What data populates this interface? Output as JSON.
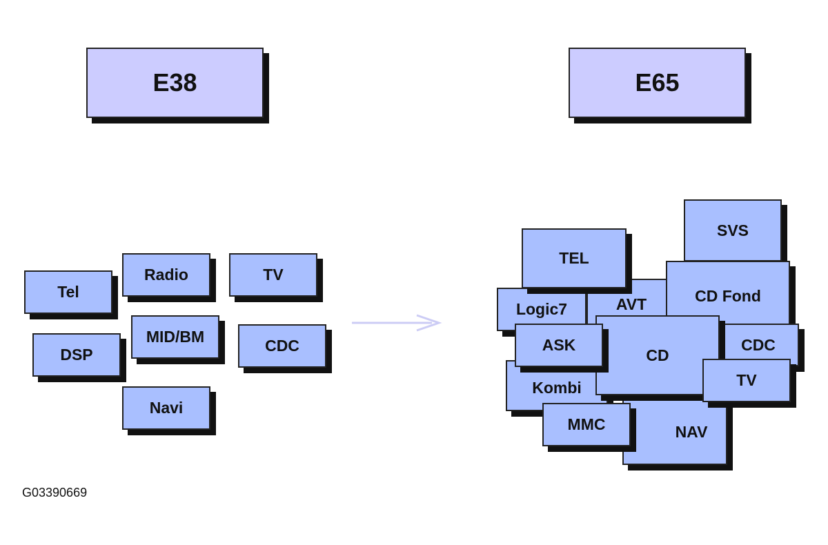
{
  "headers": {
    "left": "E38",
    "right": "E65"
  },
  "e38_modules": {
    "tel": "Tel",
    "radio": "Radio",
    "tv": "TV",
    "dsp": "DSP",
    "mid_bm": "MID/BM",
    "cdc": "CDC",
    "navi": "Navi"
  },
  "e65_modules": {
    "svs": "SVS",
    "tel": "TEL",
    "avt": "AVT",
    "cd_fond": "CD Fond",
    "logic7": "Logic7",
    "ask": "ASK",
    "cd": "CD",
    "cdc": "CDC",
    "kombi": "Kombi",
    "tv": "TV",
    "mmc": "MMC",
    "nav": "NAV"
  },
  "figure_id": "G03390669",
  "colors": {
    "module_fill": "#a9bfff",
    "header_fill": "#ccccff",
    "arrow": "#ccccf5",
    "shadow": "#111111"
  }
}
